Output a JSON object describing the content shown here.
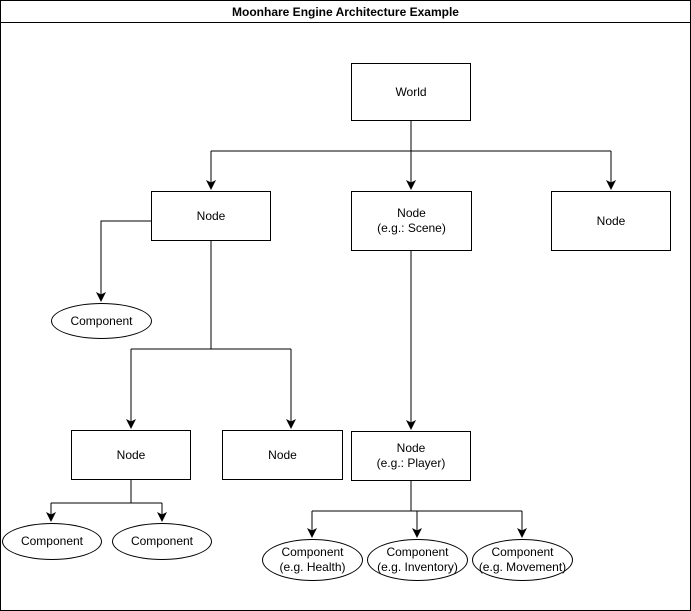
{
  "title": "Moonhare Engine Architecture Example",
  "colors": {
    "line": "#000000",
    "background": "#ffffff",
    "shape_fill": "#ffffff",
    "text": "#000000"
  },
  "nodes": {
    "world": {
      "label": "World"
    },
    "node_left": {
      "label": "Node"
    },
    "node_scene": {
      "label": "Node",
      "sublabel": "(e.g.: Scene)"
    },
    "node_right": {
      "label": "Node"
    },
    "component_left": {
      "label": "Component"
    },
    "node_child_left": {
      "label": "Node"
    },
    "node_child_mid": {
      "label": "Node"
    },
    "node_player": {
      "label": "Node",
      "sublabel": "(e.g.: Player)"
    },
    "component_child_a": {
      "label": "Component"
    },
    "component_child_b": {
      "label": "Component"
    },
    "component_health": {
      "label": "Component",
      "sublabel": "(e.g. Health)"
    },
    "component_inventory": {
      "label": "Component",
      "sublabel": "(e.g. Inventory)"
    },
    "component_movement": {
      "label": "Component",
      "sublabel": "(e.g. Movement)"
    }
  }
}
